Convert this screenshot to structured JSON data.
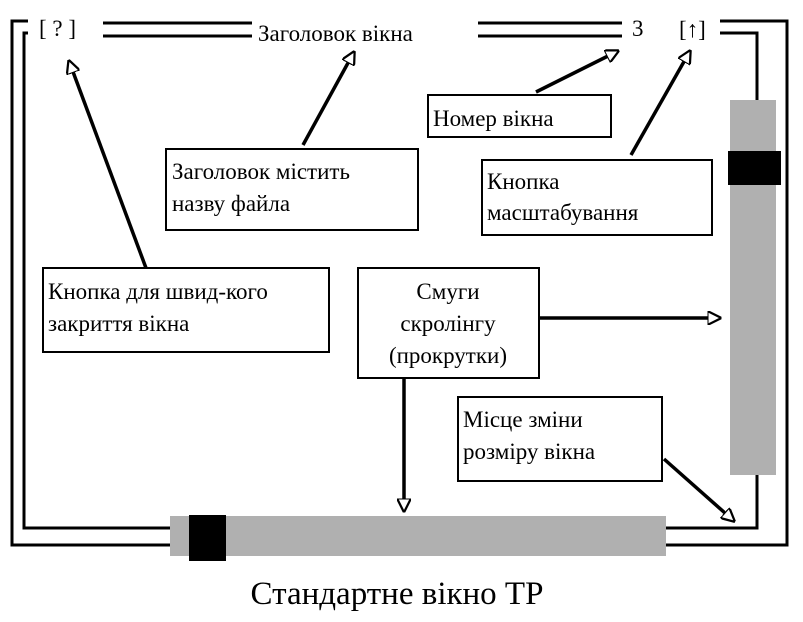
{
  "window": {
    "close_button": "[ ? ]",
    "title": "Заголовок вікна",
    "window_number": "3",
    "zoom_button": "[↑]"
  },
  "callouts": {
    "close": [
      "Кнопка для швид-кого",
      "закриття вікна"
    ],
    "title_info": [
      "Заголовок містить",
      "назву файла"
    ],
    "number": [
      "Номер вікна"
    ],
    "zoom": [
      "Кнопка",
      "масштабування"
    ],
    "scroll": [
      "Смуги",
      "скролінгу",
      "(прокрутки)"
    ],
    "resize": [
      "Місце зміни",
      "розміру вікна"
    ]
  },
  "caption": "Стандартне вікно ТР",
  "colors": {
    "scrollbar_track": "#b0b0b0",
    "scrollbar_thumb": "#000000",
    "line": "#000000",
    "background": "#ffffff"
  }
}
